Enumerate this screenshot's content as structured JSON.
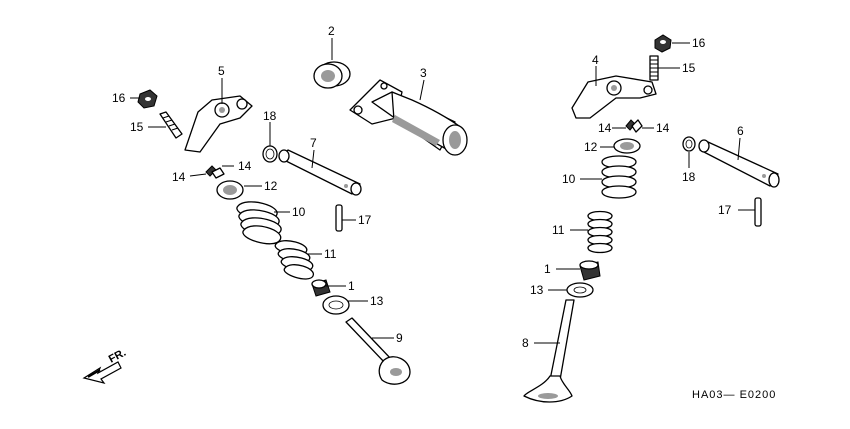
{
  "diagram": {
    "code": "HA03— E0200",
    "direction_label": "FR."
  },
  "callouts": [
    {
      "id": "c-2-left",
      "label": "2"
    },
    {
      "id": "c-3-left",
      "label": "3"
    },
    {
      "id": "c-5-left",
      "label": "5"
    },
    {
      "id": "c-16-left",
      "label": "16"
    },
    {
      "id": "c-15-left",
      "label": "15"
    },
    {
      "id": "c-18-left",
      "label": "18"
    },
    {
      "id": "c-7-left",
      "label": "7"
    },
    {
      "id": "c-14a-left",
      "label": "14"
    },
    {
      "id": "c-14b-left",
      "label": "14"
    },
    {
      "id": "c-12-left",
      "label": "12"
    },
    {
      "id": "c-10-left",
      "label": "10"
    },
    {
      "id": "c-17-left",
      "label": "17"
    },
    {
      "id": "c-11-left",
      "label": "11"
    },
    {
      "id": "c-1-left",
      "label": "1"
    },
    {
      "id": "c-13-left",
      "label": "13"
    },
    {
      "id": "c-9-left",
      "label": "9"
    },
    {
      "id": "c-16-right",
      "label": "16"
    },
    {
      "id": "c-15-right",
      "label": "15"
    },
    {
      "id": "c-4-right",
      "label": "4"
    },
    {
      "id": "c-14a-right",
      "label": "14"
    },
    {
      "id": "c-14b-right",
      "label": "14"
    },
    {
      "id": "c-6-right",
      "label": "6"
    },
    {
      "id": "c-12-right",
      "label": "12"
    },
    {
      "id": "c-18-right",
      "label": "18"
    },
    {
      "id": "c-10-right",
      "label": "10"
    },
    {
      "id": "c-17-right",
      "label": "17"
    },
    {
      "id": "c-11-right",
      "label": "11"
    },
    {
      "id": "c-1-right",
      "label": "1"
    },
    {
      "id": "c-13-right",
      "label": "13"
    },
    {
      "id": "c-8-right",
      "label": "8"
    }
  ]
}
